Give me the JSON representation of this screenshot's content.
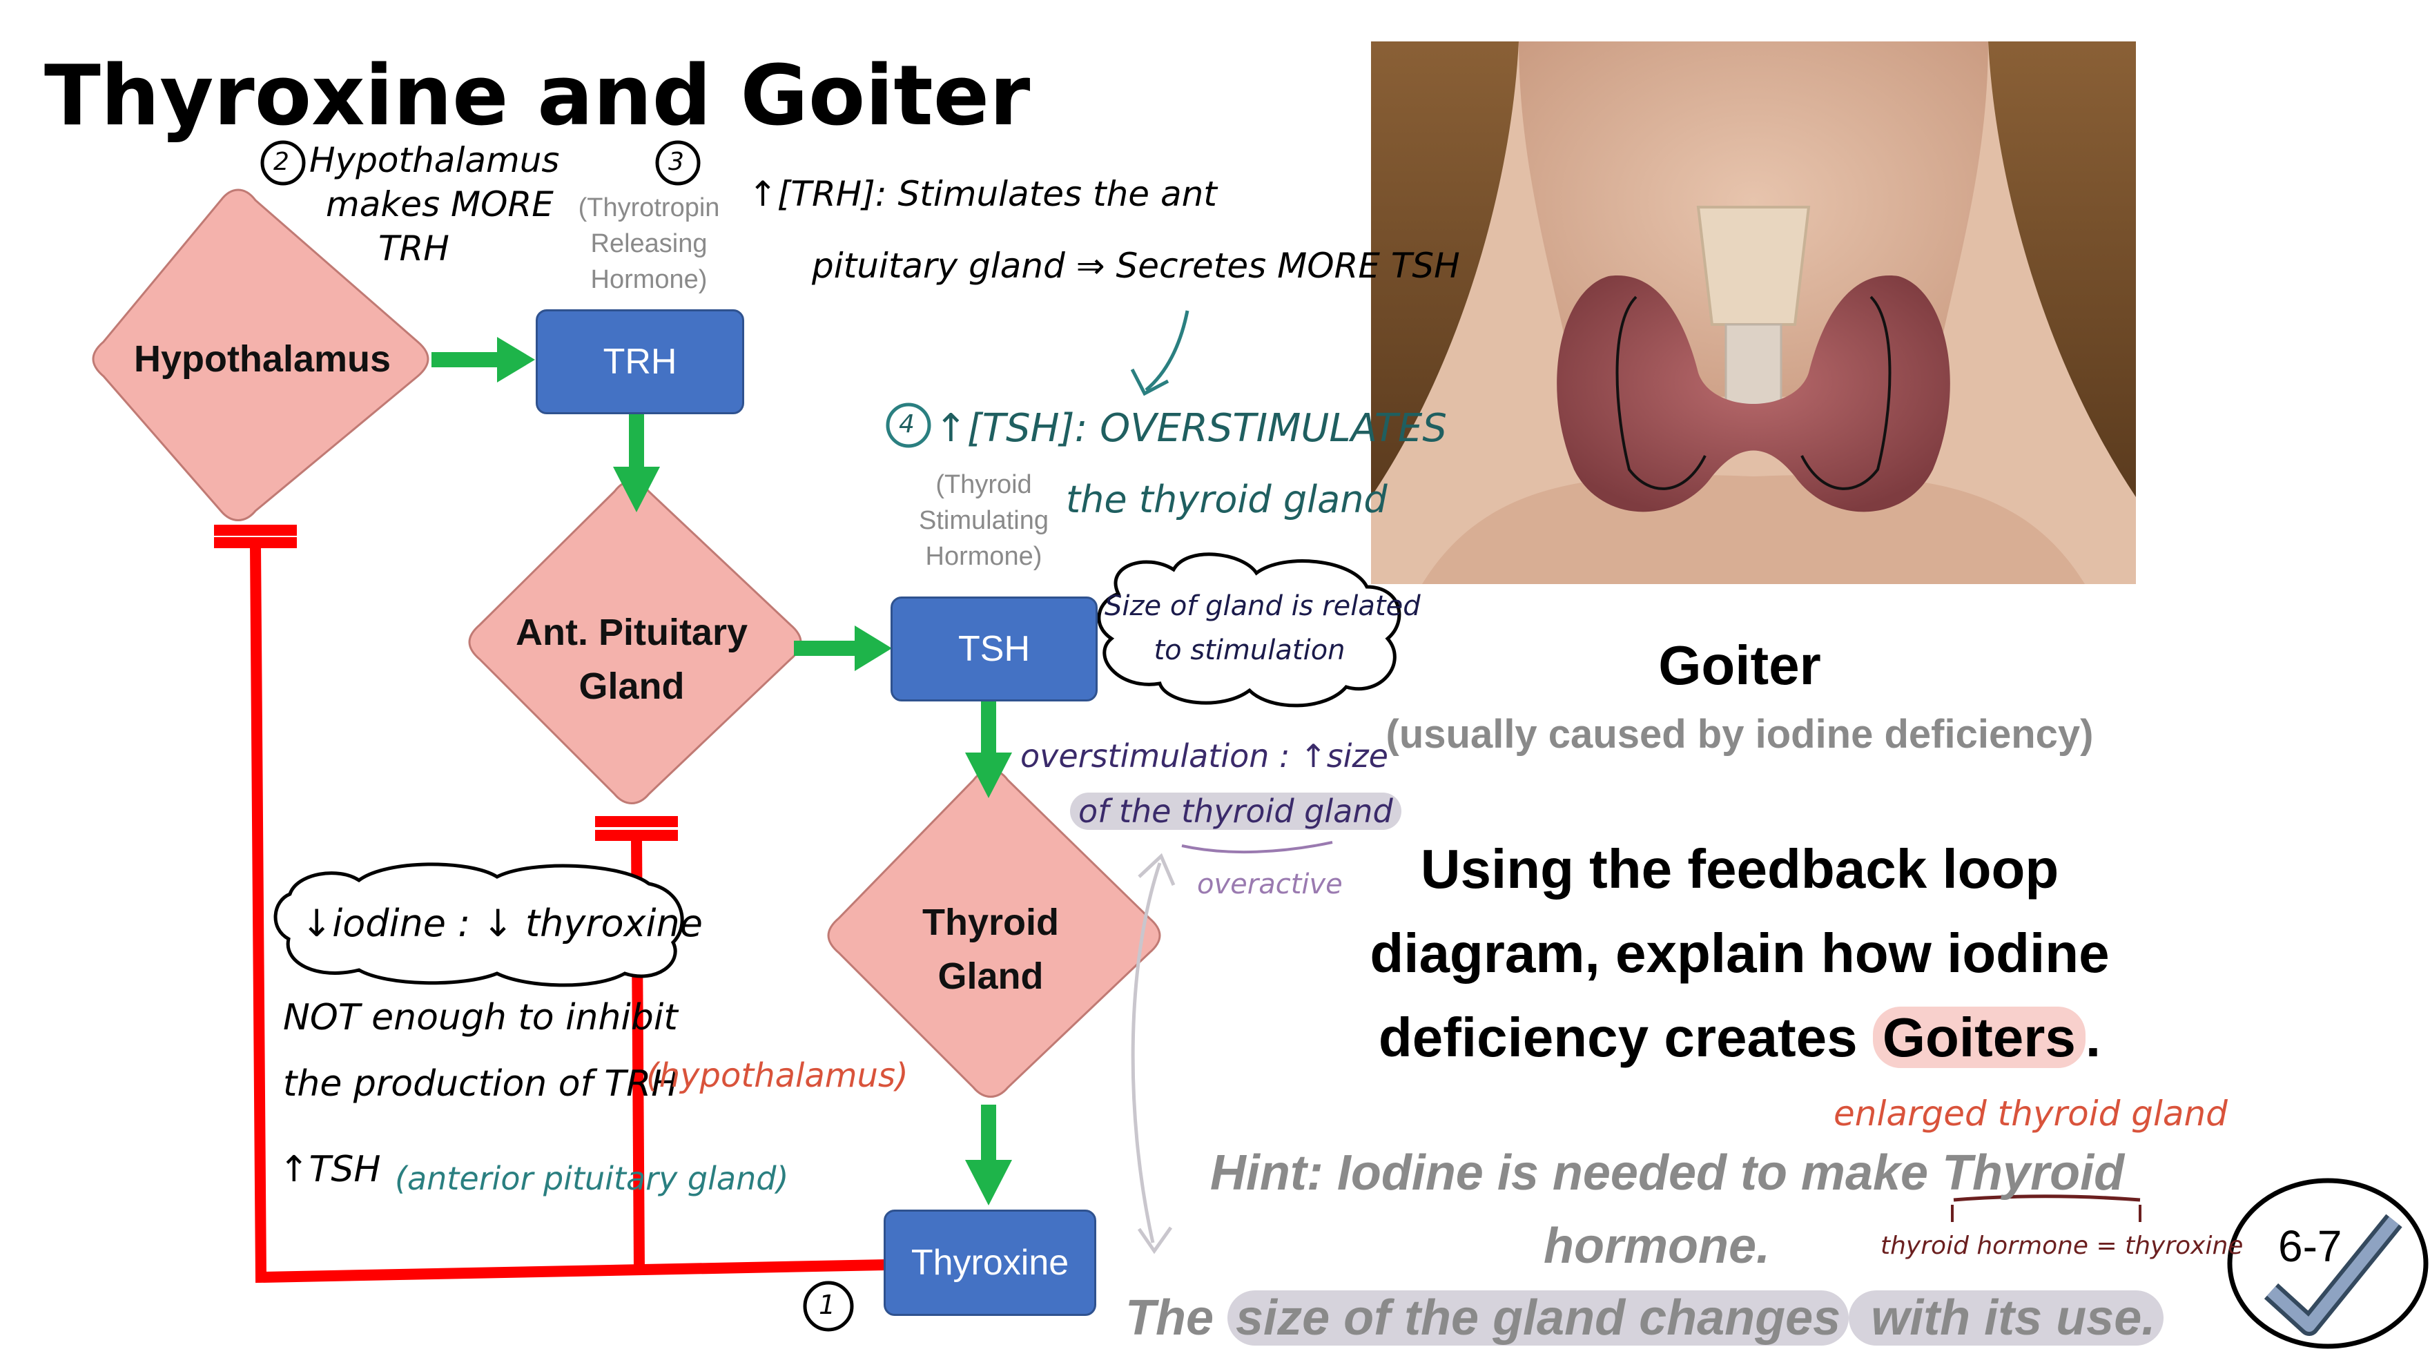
{
  "title": "Thyroxine and Goiter",
  "colors": {
    "box_fill": "#4472c4",
    "diamond_fill": "#f4b2ac",
    "green_arrow": "#1eb44a",
    "red_line": "#ff0000",
    "gray_text": "#8a8a8a"
  },
  "nodes": {
    "hypothalamus": "Hypothalamus",
    "trh": "TRH",
    "ant_pituitary_1": "Ant. Pituitary",
    "ant_pituitary_2": "Gland",
    "tsh": "TSH",
    "thyroid_1": "Thyroid",
    "thyroid_2": "Gland",
    "thyroxine": "Thyroxine"
  },
  "gray_labels": {
    "trh_1": "(Thyrotropin",
    "trh_2": "Releasing",
    "trh_3": "Hormone)",
    "tsh_1": "(Thyroid",
    "tsh_2": "Stimulating",
    "tsh_3": "Hormone)"
  },
  "annotations": {
    "step2_num": "2",
    "step2_1": "Hypothalamus",
    "step2_2": "makes MORE",
    "step2_3": "TRH",
    "step3_num": "3",
    "trh_note_1": "↑[TRH]: Stimulates the ant",
    "trh_note_2": "pituitary gland ⇒ Secretes MORE TSH",
    "step4_num": "4",
    "tsh_note_1": "↑[TSH]: OVERSTIMULATES",
    "tsh_note_2": "the thyroid gland",
    "cloud_1": "Size of gland is related",
    "cloud_2": "to stimulation",
    "overstim_1": "overstimulation : ↑size",
    "overstim_2": "of the thyroid gland",
    "overactive": "overactive",
    "iodine_cloud": "↓iodine : ↓ thyroxine",
    "not_enough_1": "NOT enough to inhibit",
    "not_enough_2": "the production of TRH",
    "hypothalamus_paren": "(hypothalamus)",
    "tsh_up": "↑TSH",
    "anterior_paren": "(anterior pituitary gland)",
    "step1_num": "1",
    "enlarged": "enlarged thyroid gland",
    "thyroid_eq": "thyroid hormone = thyroxine"
  },
  "right_panel": {
    "goiter_title": "Goiter",
    "goiter_sub": "(usually caused by iodine deficiency)",
    "question_1": "Using the feedback loop",
    "question_2": "diagram, explain how iodine",
    "question_3a": "deficiency creates ",
    "question_3b": "Goiters",
    "question_3c": ".",
    "hint_1a": "Hint: Iodine is needed to make ",
    "hint_1b": "Thyroid",
    "hint_2": "hormone.",
    "hint_3a": "The ",
    "hint_3b": "size of the gland changes",
    "hint_3c": " with its use."
  },
  "badge": "6-7"
}
